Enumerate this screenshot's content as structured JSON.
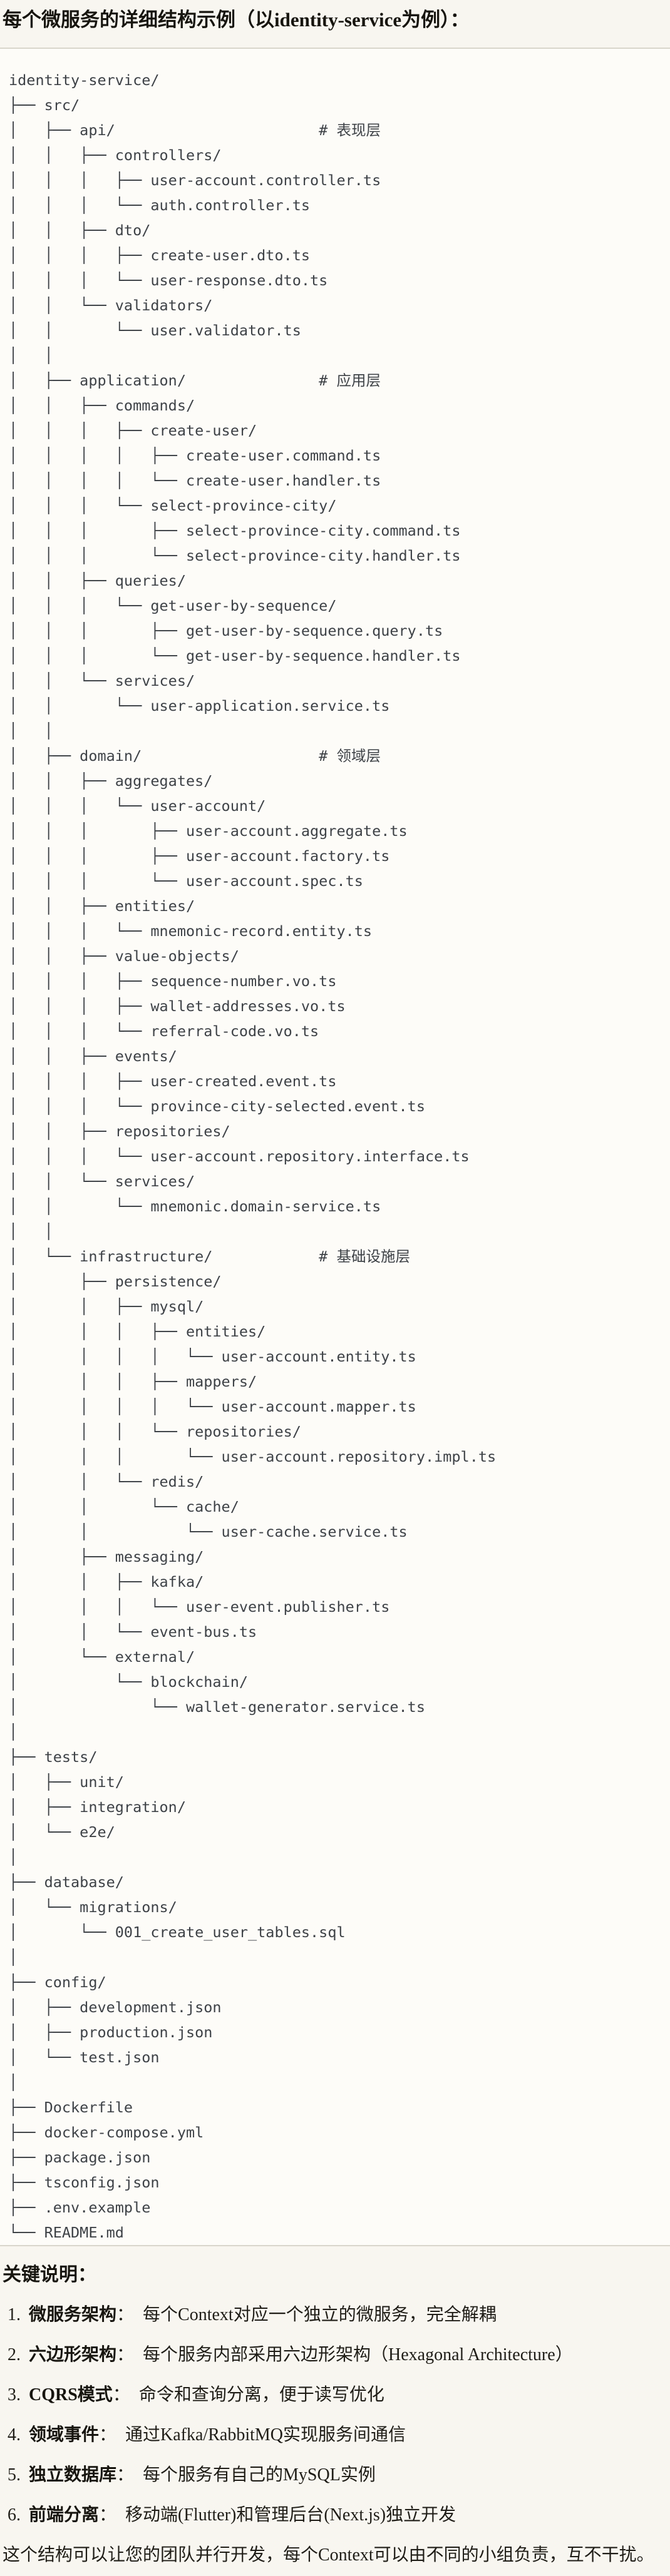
{
  "title": "每个微服务的详细结构示例（以identity-service为例）：",
  "tree": {
    "lines": [
      "identity-service/",
      "├── src/",
      "│   ├── api/                       # 表现层",
      "│   │   ├── controllers/",
      "│   │   │   ├── user-account.controller.ts",
      "│   │   │   └── auth.controller.ts",
      "│   │   ├── dto/",
      "│   │   │   ├── create-user.dto.ts",
      "│   │   │   └── user-response.dto.ts",
      "│   │   └── validators/",
      "│   │       └── user.validator.ts",
      "│   │",
      "│   ├── application/               # 应用层",
      "│   │   ├── commands/",
      "│   │   │   ├── create-user/",
      "│   │   │   │   ├── create-user.command.ts",
      "│   │   │   │   └── create-user.handler.ts",
      "│   │   │   └── select-province-city/",
      "│   │   │       ├── select-province-city.command.ts",
      "│   │   │       └── select-province-city.handler.ts",
      "│   │   ├── queries/",
      "│   │   │   └── get-user-by-sequence/",
      "│   │   │       ├── get-user-by-sequence.query.ts",
      "│   │   │       └── get-user-by-sequence.handler.ts",
      "│   │   └── services/",
      "│   │       └── user-application.service.ts",
      "│   │",
      "│   ├── domain/                    # 领域层",
      "│   │   ├── aggregates/",
      "│   │   │   └── user-account/",
      "│   │   │       ├── user-account.aggregate.ts",
      "│   │   │       ├── user-account.factory.ts",
      "│   │   │       └── user-account.spec.ts",
      "│   │   ├── entities/",
      "│   │   │   └── mnemonic-record.entity.ts",
      "│   │   ├── value-objects/",
      "│   │   │   ├── sequence-number.vo.ts",
      "│   │   │   ├── wallet-addresses.vo.ts",
      "│   │   │   └── referral-code.vo.ts",
      "│   │   ├── events/",
      "│   │   │   ├── user-created.event.ts",
      "│   │   │   └── province-city-selected.event.ts",
      "│   │   ├── repositories/",
      "│   │   │   └── user-account.repository.interface.ts",
      "│   │   └── services/",
      "│   │       └── mnemonic.domain-service.ts",
      "│   │",
      "│   └── infrastructure/            # 基础设施层",
      "│       ├── persistence/",
      "│       │   ├── mysql/",
      "│       │   │   ├── entities/",
      "│       │   │   │   └── user-account.entity.ts",
      "│       │   │   ├── mappers/",
      "│       │   │   │   └── user-account.mapper.ts",
      "│       │   │   └── repositories/",
      "│       │   │       └── user-account.repository.impl.ts",
      "│       │   └── redis/",
      "│       │       └── cache/",
      "│       │           └── user-cache.service.ts",
      "│       ├── messaging/",
      "│       │   ├── kafka/",
      "│       │   │   └── user-event.publisher.ts",
      "│       │   └── event-bus.ts",
      "│       └── external/",
      "│           └── blockchain/",
      "│               └── wallet-generator.service.ts",
      "│",
      "├── tests/",
      "│   ├── unit/",
      "│   ├── integration/",
      "│   └── e2e/",
      "│",
      "├── database/",
      "│   └── migrations/",
      "│       └── 001_create_user_tables.sql",
      "│",
      "├── config/",
      "│   ├── development.json",
      "│   ├── production.json",
      "│   └── test.json",
      "│",
      "├── Dockerfile",
      "├── docker-compose.yml",
      "├── package.json",
      "├── tsconfig.json",
      "├── .env.example",
      "└── README.md"
    ]
  },
  "notes": {
    "heading": "关键说明：",
    "items": [
      {
        "num": "1.",
        "label": "微服务架构",
        "sep": "：",
        "desc": "每个Context对应一个独立的微服务，完全解耦"
      },
      {
        "num": "2.",
        "label": "六边形架构",
        "sep": "：",
        "desc": "每个服务内部采用六边形架构（Hexagonal Architecture）"
      },
      {
        "num": "3.",
        "label": "CQRS模式",
        "sep": "：",
        "desc": "命令和查询分离，便于读写优化"
      },
      {
        "num": "4.",
        "label": "领域事件",
        "sep": "：",
        "desc": "通过Kafka/RabbitMQ实现服务间通信"
      },
      {
        "num": "5.",
        "label": "独立数据库",
        "sep": "：",
        "desc": "每个服务有自己的MySQL实例"
      },
      {
        "num": "6.",
        "label": "前端分离",
        "sep": "：",
        "desc": "移动端(Flutter)和管理后台(Next.js)独立开发"
      }
    ],
    "footer": "这个结构可以让您的团队并行开发，每个Context可以由不同的小组负责，互不干扰。"
  },
  "colors": {
    "page_bg": "#f8f6f0",
    "code_panel_bg": "#fdfcf8",
    "divider": "#d9d6cc",
    "tree_text": "#3e4247",
    "body_text": "#1f1d17",
    "title_text": "#17150f"
  }
}
